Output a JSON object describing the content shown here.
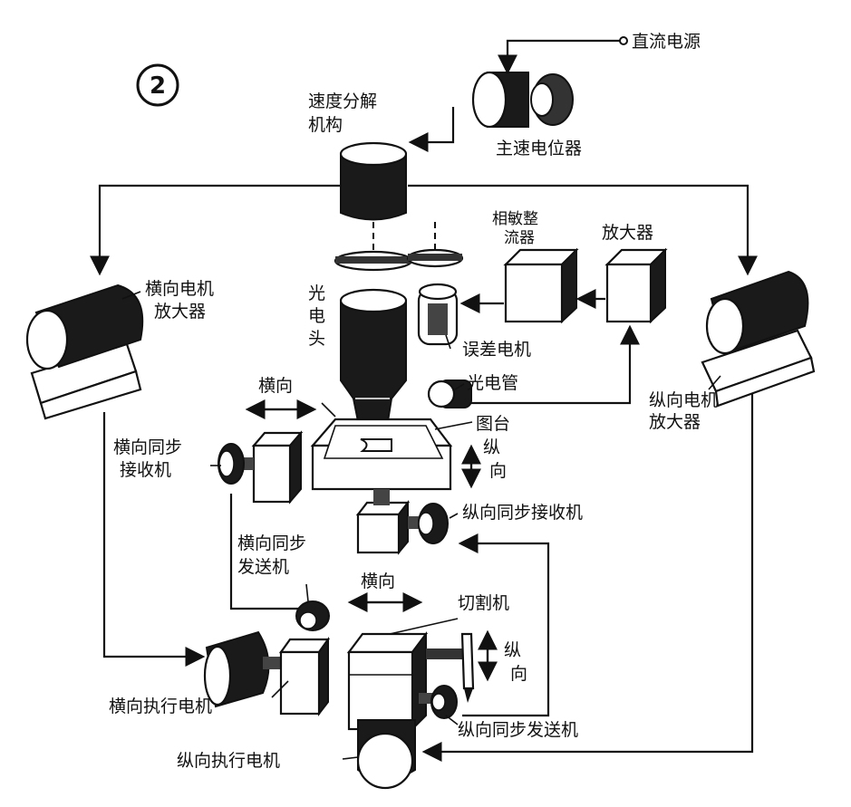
{
  "figure_number": "2",
  "labels": {
    "dc_power": "直流电源",
    "main_speed_pot": "主速电位器",
    "speed_decomp_1": "速度分解",
    "speed_decomp_2": "机构",
    "phase_rectifier_1": "相敏整",
    "phase_rectifier_2": "流器",
    "amplifier": "放大器",
    "horiz_motor_amp_1": "横向电机",
    "horiz_motor_amp_2": "放大器",
    "photo_head_1": "光",
    "photo_head_2": "电",
    "photo_head_3": "头",
    "error_motor": "误差电机",
    "phototube": "光电管",
    "horizontal_top": "横向",
    "drawing_table": "图台",
    "vertical_top_1": "纵",
    "vertical_top_2": "向",
    "vert_motor_amp_1": "纵向电机",
    "vert_motor_amp_2": "放大器",
    "horiz_sync_receiver_1": "横向同步",
    "horiz_sync_receiver_2": "接收机",
    "vert_sync_receiver": "纵向同步接收机",
    "horiz_sync_transmitter_1": "横向同步",
    "horiz_sync_transmitter_2": "发送机",
    "horizontal_bottom": "横向",
    "cutting_machine": "切割机",
    "vertical_bottom_1": "纵",
    "vertical_bottom_2": "向",
    "horiz_exec_motor": "横向执行电机",
    "vert_sync_transmitter": "纵向同步发送机",
    "vert_exec_motor": "纵向执行电机"
  }
}
